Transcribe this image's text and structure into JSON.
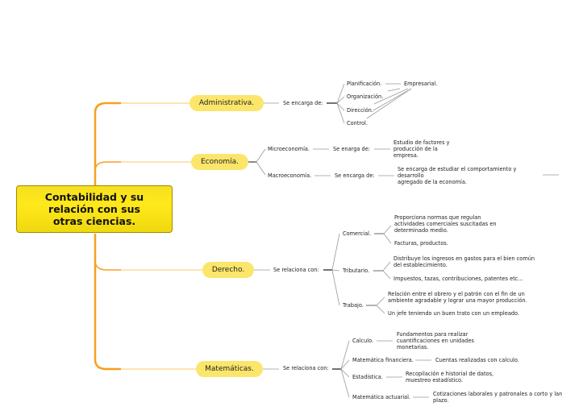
{
  "central": {
    "title": "Contabilidad y su relación con sus otras ciencias."
  },
  "administrativa": {
    "label": "Administrativa.",
    "connector": "Se encarga de:",
    "items": [
      "Planificación.",
      "Organización.",
      "Dirección.",
      "Control."
    ],
    "summary": "Empresarial."
  },
  "economia": {
    "label": "Economía.",
    "micro": {
      "label": "Microeconomía.",
      "connector": "Se enarga de:",
      "desc": "Estudio de factores y\nproducción de la\nempresa."
    },
    "macro": {
      "label": "Macroeconomía.",
      "connector": "Se encarga de:",
      "desc": "Se encarga de estudiar el comportamiento y\ndesarrollo\nagregado de la economía."
    }
  },
  "derecho": {
    "label": "Derecho.",
    "connector": "Se relaciona con:",
    "comercial": {
      "label": "Comercial.",
      "d1": "Proporciona normas que regulan\nactividades comerciales suscitadas en\ndeterminado medio.",
      "d2": "Facturas, productos."
    },
    "tributario": {
      "label": "Tributario.",
      "d1": "Distribuye los ingresos en gastos para el bien común\ndel establecimiento.",
      "d2": "Impuestos, tazas, contribuciones, patentes etc..."
    },
    "trabajo": {
      "label": "Trabajo.",
      "d1": "Relación entre el obrero y el patrón con el fin de un\nambiente agradable y lograr una mayor producción.",
      "d2": "Un jefe teniendo un buen trato con un empleado."
    }
  },
  "matematicas": {
    "label": "Matemáticas.",
    "connector": "Se relaciona con:",
    "calculo": {
      "label": "Calculo.",
      "desc": "Fundamentos para realizar\ncuantificaciones en unidades\nmonetarias."
    },
    "financiera": {
      "label": "Matemática financiera.",
      "desc": "Cuentas realizadas con calculo."
    },
    "estadistica": {
      "label": "Estadística.",
      "desc": "Recopilación e historial de datos,\nmuestreo estadístico."
    },
    "actuarial": {
      "label": "Matemática actuarial.",
      "desc": "Cotizaciones laborales y patronales a corto y largo\nplazo."
    }
  },
  "colors": {
    "branch": "#f5a020",
    "node": "#fbe66b",
    "central": "#ffe81a",
    "line": "#999999"
  }
}
